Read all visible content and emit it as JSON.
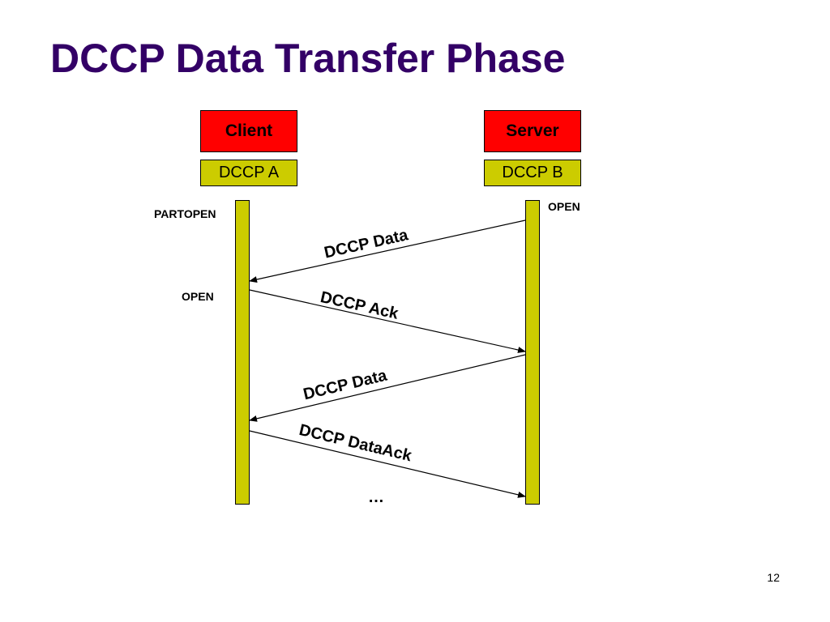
{
  "slide": {
    "title": "DCCP Data Transfer Phase",
    "page_number": "12"
  },
  "colors": {
    "title": "#330066",
    "role_box": "#ff0000",
    "protocol_box": "#cccc00",
    "timeline": "#cccc00",
    "arrow": "#000000"
  },
  "participants": {
    "client": {
      "role": "Client",
      "protocol": "DCCP A"
    },
    "server": {
      "role": "Server",
      "protocol": "DCCP B"
    }
  },
  "states": {
    "client_initial": "PARTOPEN",
    "client_after": "OPEN",
    "server": "OPEN"
  },
  "messages": [
    {
      "label": "DCCP Data",
      "from": "server",
      "to": "client"
    },
    {
      "label": "DCCP Ack",
      "from": "client",
      "to": "server"
    },
    {
      "label": "DCCP Data",
      "from": "server",
      "to": "client"
    },
    {
      "label": "DCCP DataAck",
      "from": "client",
      "to": "server"
    }
  ],
  "continuation": "…"
}
